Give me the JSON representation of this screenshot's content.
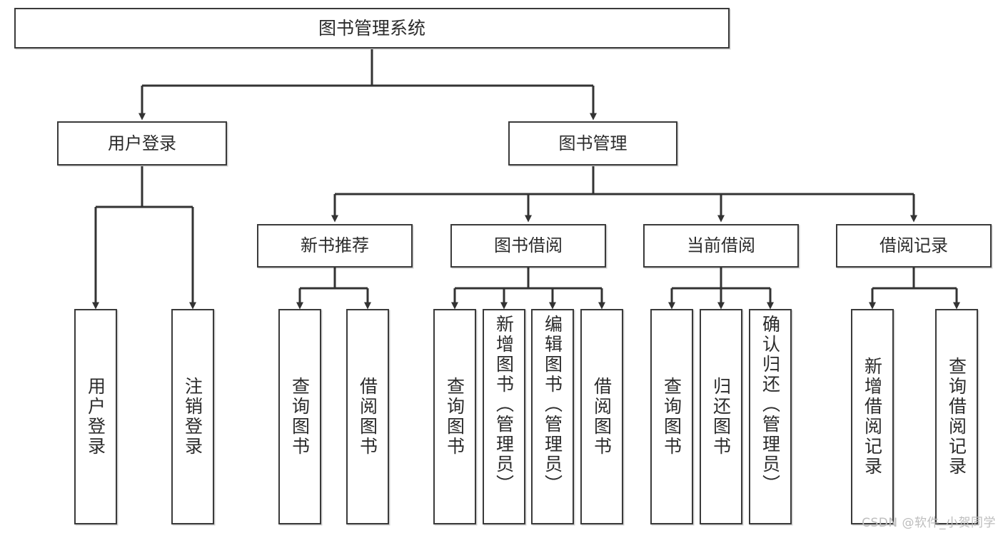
{
  "diagram": {
    "type": "tree-hierarchy-chart",
    "title": "图书管理系统",
    "background_color": "#ffffff",
    "box_border_color": "#3a3a3a",
    "connector_color": "#333333",
    "text_color": "#2b2b2b",
    "watermark": "CSDN @软件_小贺同学",
    "levels": {
      "root": "图书管理系统",
      "level2": [
        "用户登录",
        "图书管理"
      ],
      "level3": [
        "新书推荐",
        "图书借阅",
        "当前借阅",
        "借阅记录"
      ]
    },
    "nodes": {
      "root": {
        "label": "图书管理系统"
      },
      "user_login": {
        "label": "用户登录"
      },
      "book_manage": {
        "label": "图书管理"
      },
      "new_book_rec": {
        "label": "新书推荐"
      },
      "book_borrow": {
        "label": "图书借阅"
      },
      "current_borrow": {
        "label": "当前借阅"
      },
      "borrow_record": {
        "label": "借阅记录"
      },
      "leaf_user_login": {
        "label": "用户登录"
      },
      "leaf_logout": {
        "label": "注销登录"
      },
      "leaf_query_book_1": {
        "label": "查询图书"
      },
      "leaf_borrow_book_1": {
        "label": "借阅图书"
      },
      "leaf_query_book_2": {
        "label": "查询图书"
      },
      "leaf_add_book_admin": {
        "label": "新增图书（管理员）"
      },
      "leaf_edit_book_admin": {
        "label": "编辑图书（管理员）"
      },
      "leaf_borrow_book_2": {
        "label": "借阅图书"
      },
      "leaf_query_book_3": {
        "label": "查询图书"
      },
      "leaf_return_book": {
        "label": "归还图书"
      },
      "leaf_confirm_return_admin": {
        "label": "确认归还（管理员）"
      },
      "leaf_add_record": {
        "label": "新增借阅记录"
      },
      "leaf_query_record": {
        "label": "查询借阅记录"
      }
    },
    "tree": [
      {
        "label": "图书管理系统",
        "children": [
          {
            "label": "用户登录",
            "children": [
              {
                "label": "用户登录"
              },
              {
                "label": "注销登录"
              }
            ]
          },
          {
            "label": "图书管理",
            "children": [
              {
                "label": "新书推荐",
                "children": [
                  {
                    "label": "查询图书"
                  },
                  {
                    "label": "借阅图书"
                  }
                ]
              },
              {
                "label": "图书借阅",
                "children": [
                  {
                    "label": "查询图书"
                  },
                  {
                    "label": "新增图书（管理员）"
                  },
                  {
                    "label": "编辑图书（管理员）"
                  },
                  {
                    "label": "借阅图书"
                  }
                ]
              },
              {
                "label": "当前借阅",
                "children": [
                  {
                    "label": "查询图书"
                  },
                  {
                    "label": "归还图书"
                  },
                  {
                    "label": "确认归还（管理员）"
                  }
                ]
              },
              {
                "label": "借阅记录",
                "children": [
                  {
                    "label": "新增借阅记录"
                  },
                  {
                    "label": "查询借阅记录"
                  }
                ]
              }
            ]
          }
        ]
      }
    ]
  }
}
